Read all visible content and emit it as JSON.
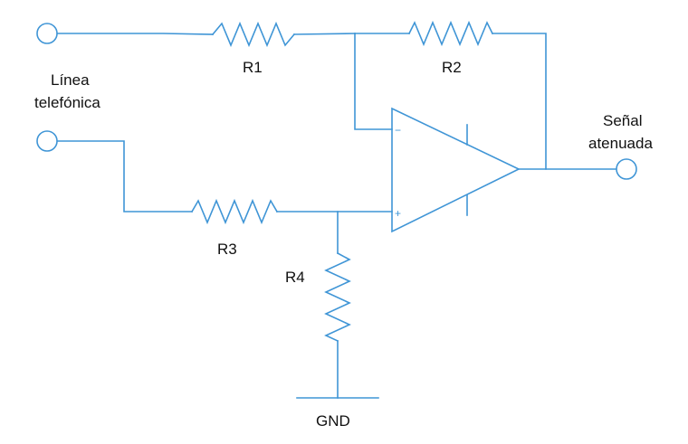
{
  "labels": {
    "input_line1": "Línea",
    "input_line2": "telefónica",
    "output_line1": "Señal",
    "output_line2": "atenuada",
    "ground": "GND"
  },
  "components": {
    "r1": "R1",
    "r2": "R2",
    "r3": "R3",
    "r4": "R4",
    "opamp_minus": "−",
    "opamp_plus": "+"
  },
  "colors": {
    "wire": "#3f95d6",
    "text": "#111111"
  }
}
